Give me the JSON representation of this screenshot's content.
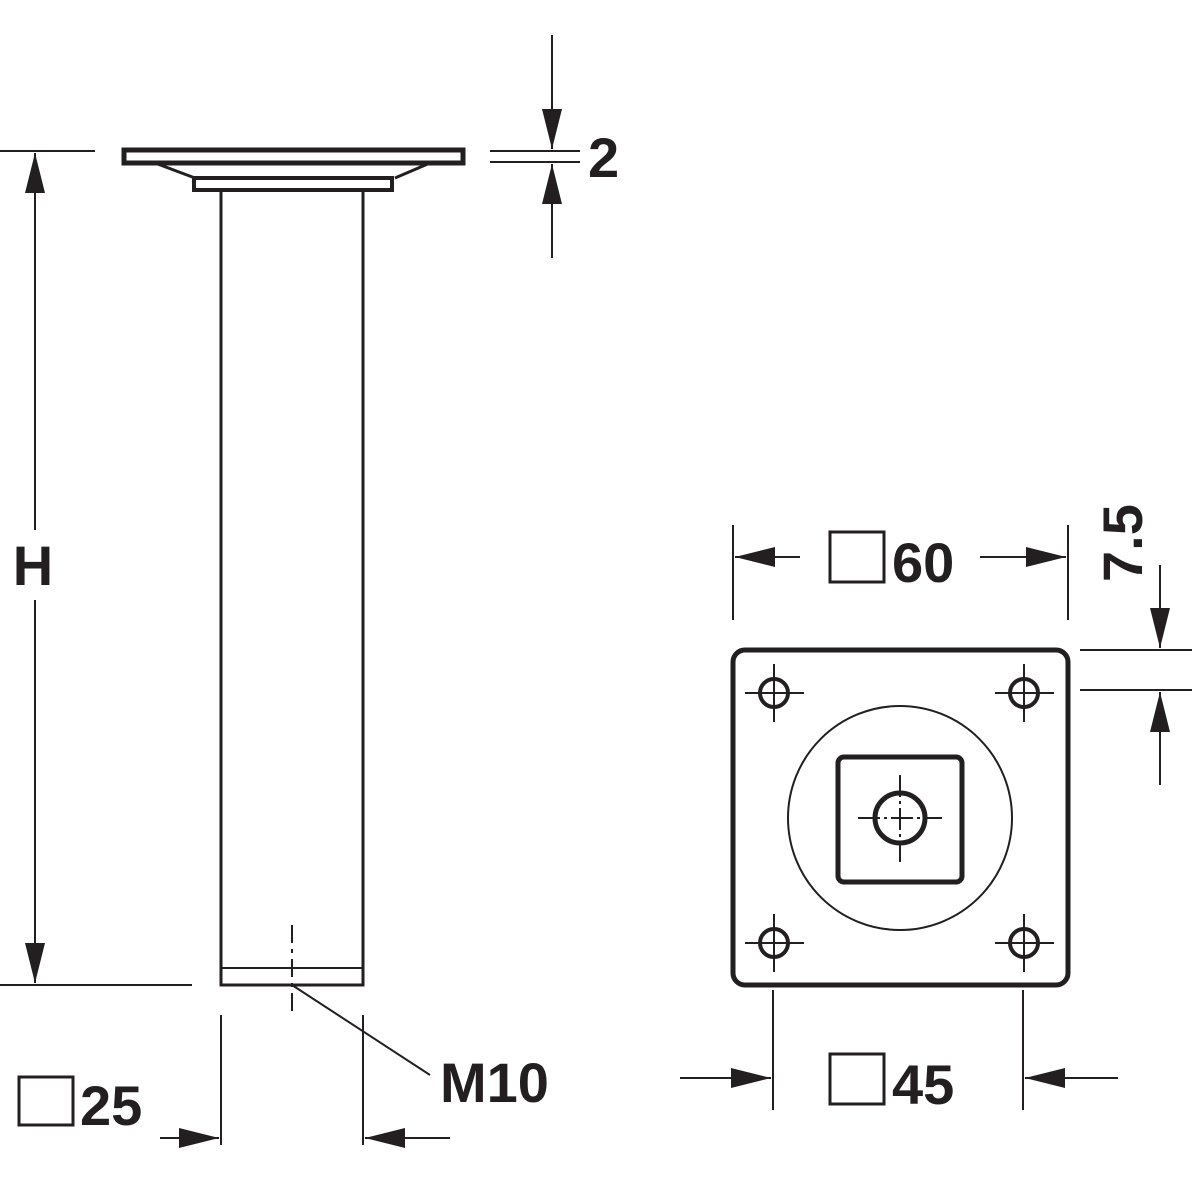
{
  "title": "Furniture leg dimension drawing",
  "labels": {
    "height": "H",
    "plate_thickness": "2",
    "thread": "M10",
    "tube_size": "25",
    "plate_size": "60",
    "hole_offset": "7.5",
    "hole_spacing": "45"
  },
  "colors": {
    "line": "#231f20",
    "background": "#ffffff"
  }
}
